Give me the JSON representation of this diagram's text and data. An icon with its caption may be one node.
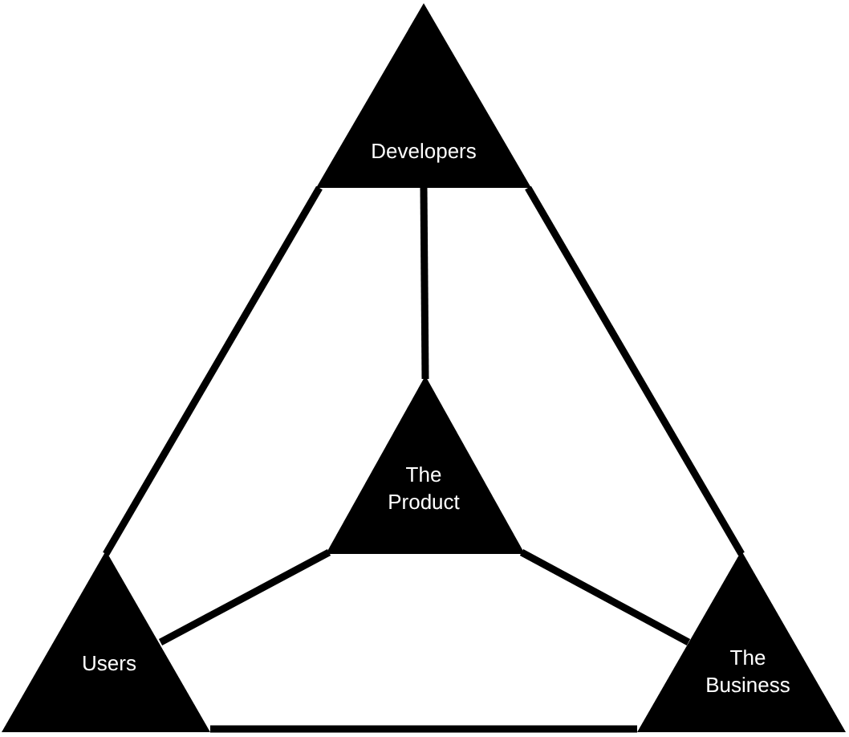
{
  "diagram": {
    "nodes": [
      {
        "text": [
          "Developers"
        ]
      },
      {
        "text": [
          "The Product"
        ]
      },
      {
        "text": [
          "Users"
        ]
      },
      {
        "text": [
          "The Business"
        ]
      }
    ],
    "edges": [
      {
        "from": 0,
        "to": 2,
        "arrow": "none"
      },
      {
        "from": 0,
        "to": 3,
        "arrow": "none"
      },
      {
        "from": 2,
        "to": 3,
        "arrow": "none"
      },
      {
        "from": 1,
        "to": 0,
        "arrow": "none"
      },
      {
        "from": 1,
        "to": 2,
        "arrow": "none"
      },
      {
        "from": 1,
        "to": 3,
        "arrow": "none"
      }
    ]
  }
}
